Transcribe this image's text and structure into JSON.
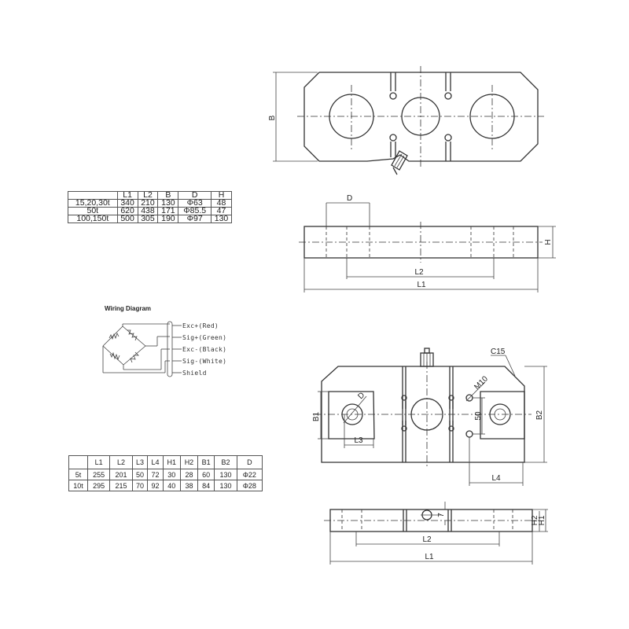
{
  "top_view": {
    "b_label": "B"
  },
  "side_view_1": {
    "d_label": "D",
    "h_label": "H",
    "l2_label": "L2",
    "l1_label": "L1"
  },
  "table1": {
    "headers": [
      "",
      "L1",
      "L2",
      "B",
      "D",
      "H"
    ],
    "rows": [
      [
        "15,20,30t",
        "340",
        "210",
        "130",
        "Φ63",
        "48"
      ],
      [
        "50t",
        "620",
        "438",
        "171",
        "Φ85.5",
        "47"
      ],
      [
        "100,150t",
        "500",
        "305",
        "190",
        "Φ97",
        "130"
      ]
    ]
  },
  "wiring": {
    "title": "Wiring Diagram",
    "labels": [
      "Exc+(Red)",
      "Sig+(Green)",
      "Exc-(Black)",
      "Sig-(White)",
      "Shield"
    ]
  },
  "table2": {
    "headers": [
      "",
      "L1",
      "L2",
      "L3",
      "L4",
      "H1",
      "H2",
      "B1",
      "B2",
      "D"
    ],
    "rows": [
      [
        "5t",
        "255",
        "201",
        "50",
        "72",
        "30",
        "28",
        "60",
        "130",
        "Φ22"
      ],
      [
        "10t",
        "295",
        "215",
        "70",
        "92",
        "40",
        "38",
        "84",
        "130",
        "Φ28"
      ]
    ]
  },
  "bottom_view": {
    "c15": "C15",
    "m10": "M10",
    "d": "D",
    "dim50": "50",
    "b1": "B1",
    "b2": "B2",
    "l3": "L3",
    "l4": "L4"
  },
  "side_view_2": {
    "h2": "H2",
    "h1": "H1",
    "l2": "L2",
    "l1": "L1",
    "seven": "7"
  }
}
